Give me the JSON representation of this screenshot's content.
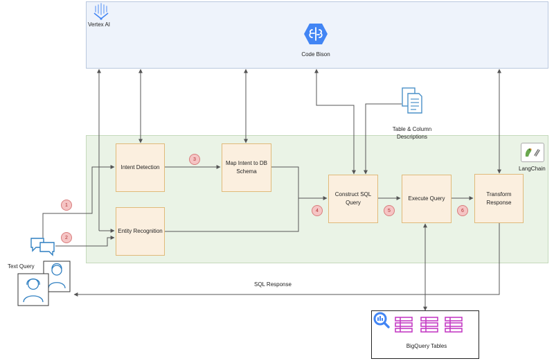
{
  "regions": {
    "vertex_ai_label": "Vertex AI",
    "code_bison_label": "Code Bison",
    "langchain_label": "LangChain"
  },
  "nodes": {
    "intent_detection": "Intent Detection",
    "entity_recognition": "Entity Recognition",
    "map_intent_line1": "Map Intent to DB",
    "map_intent_line2": "Schema",
    "construct_sql_line1": "Construct SQL",
    "construct_sql_line2": "Query",
    "execute_query": "Execute Query",
    "transform_line1": "Transform",
    "transform_line2": "Response"
  },
  "labels": {
    "table_column_line1": "Table & Column",
    "table_column_line2": "Descriptions",
    "text_query": "Text Query",
    "sql_response": "SQL Response",
    "bigquery_tables": "BigQuery Tables"
  },
  "steps": [
    "1",
    "2",
    "3",
    "4",
    "5",
    "6"
  ],
  "colors": {
    "vertex_bg": "#eef3fb",
    "langchain_bg": "#eaf3e6",
    "node_fill": "#fbefdf",
    "node_border": "#e0b979",
    "badge_fill": "#f5c4c4",
    "connector": "#555555",
    "google_blue": "#4285f4",
    "bigquery_magenta": "#c43cc4"
  }
}
